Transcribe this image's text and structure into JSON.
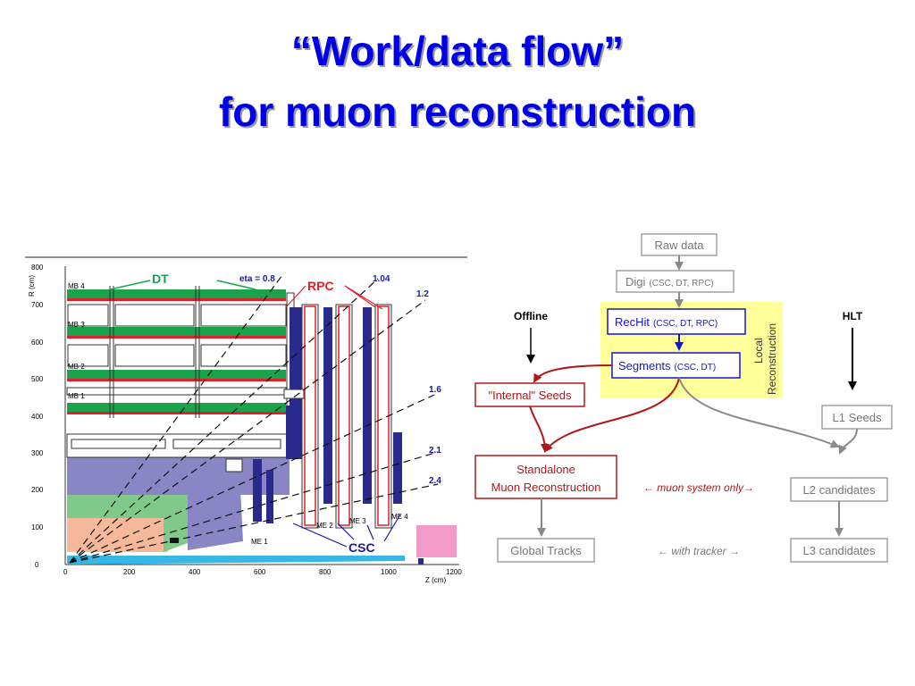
{
  "slide": {
    "title_line1": "“Work/data flow”",
    "title_line2": "for muon reconstruction"
  },
  "detector": {
    "y_axis_label": "R (cm)",
    "x_axis_label": "Z (cm)",
    "r_ticks": [
      "800",
      "700",
      "600",
      "500",
      "400",
      "300",
      "200",
      "100",
      "0"
    ],
    "z_ticks": [
      "0",
      "200",
      "400",
      "600",
      "800",
      "1000",
      "1200"
    ],
    "barrel_labels": [
      "MB 4",
      "MB 3",
      "MB 2",
      "MB 1"
    ],
    "endcap_labels": [
      "ME 1",
      "ME 2",
      "ME 3",
      "ME 4"
    ],
    "dt_label": "DT",
    "rpc_label": "RPC",
    "csc_label": "CSC",
    "eta_labels": [
      "eta = 0.8",
      "1.04",
      "1.2",
      "1.6",
      "2.1",
      "2.4"
    ],
    "colors": {
      "dt": "#1aa34a",
      "rpc": "#e0202a",
      "csc": "#2a2a8c",
      "label_blue": "#1a1aa0"
    }
  },
  "flow": {
    "raw_data": "Raw data",
    "digi_main": "Digi",
    "digi_sub": "(CSC, DT, RPC)",
    "rechit_main": "RecHit",
    "rechit_sub": "(CSC, DT, RPC)",
    "segments_main": "Segments",
    "segments_sub": "(CSC, DT)",
    "local_reco_line1": "Local",
    "local_reco_line2": "Reconstruction",
    "offline": "Offline",
    "hlt": "HLT",
    "internal_seeds": "\"Internal\" Seeds",
    "standalone_line1": "Standalone",
    "standalone_line2": "Muon Reconstruction",
    "muon_system_only": "← muon system only→",
    "l1_seeds": "L1 Seeds",
    "l2_candidates": "L2 candidates",
    "global_tracks": "Global Tracks",
    "with_tracker": "← with tracker →",
    "l3_candidates": "L3 candidates",
    "colors": {
      "gray": "#8a8a8a",
      "blue": "#1515d0",
      "red": "#b01818",
      "yellow": "#ffff99"
    }
  }
}
